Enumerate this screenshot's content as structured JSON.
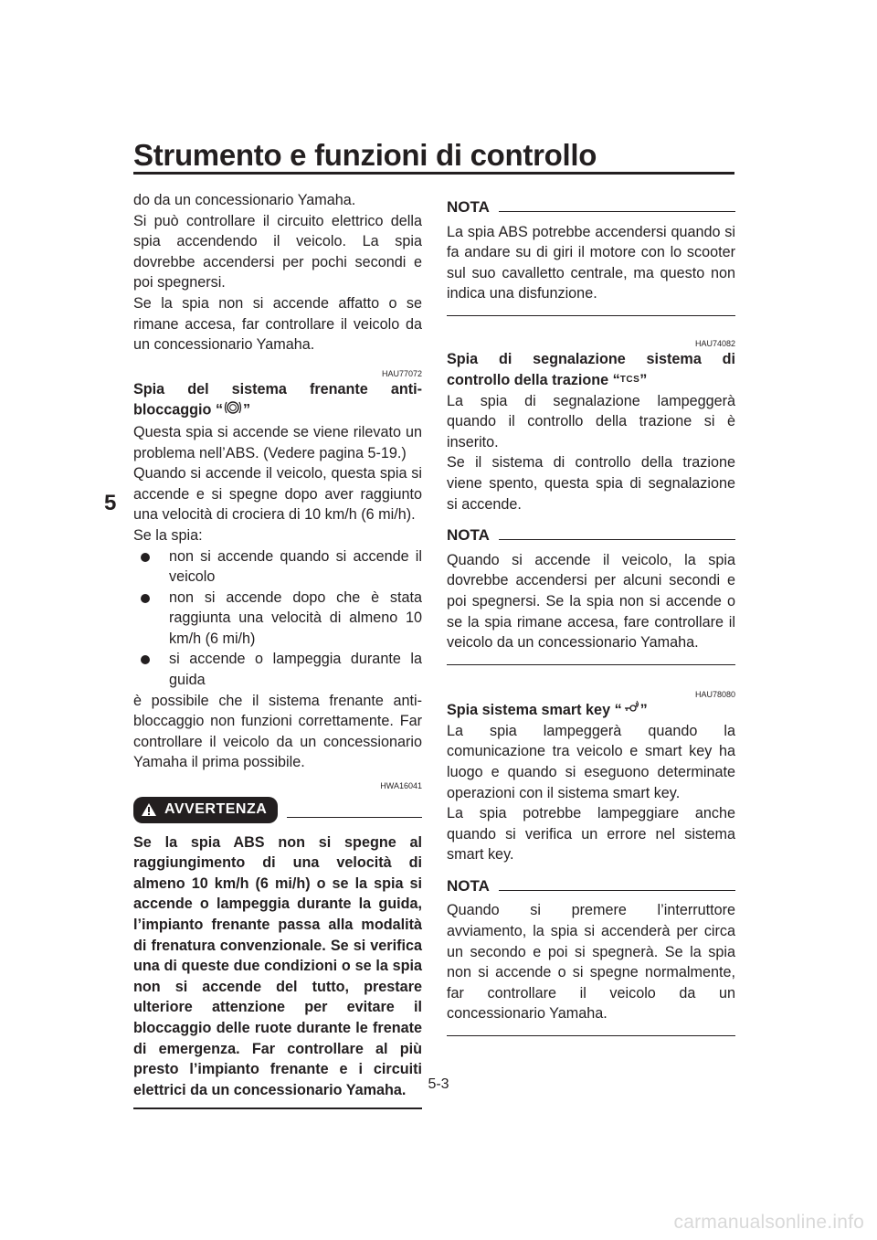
{
  "header": {
    "title": "Strumento e funzioni di controllo"
  },
  "chapter_tab": "5",
  "left": {
    "intro_lines": [
      "do da un concessionario Yamaha.",
      "Si può controllare il circuito elettrico della spia accendendo il veicolo. La spia dovrebbe accendersi per pochi secondi e poi spegnersi.",
      "Se la spia non si accende affatto o se rimane accesa, far controllare il veicolo da un concessionario Yamaha."
    ],
    "abs": {
      "code": "HAU77072",
      "heading_a": "Spia del sistema frenante anti-bloccaggio “",
      "heading_b": "”",
      "icon": "abs-icon",
      "para1": "Questa spia si accende se viene rilevato un problema nell’ABS. (Vedere pagina 5-19.)",
      "para2": "Quando si accende il veicolo, questa spia si accende e si spegne dopo aver raggiunto una velocità di crociera di 10 km/h (6 mi/h).",
      "para3": "Se la spia:",
      "bullets": [
        "non si accende quando si accende il veicolo",
        "non si accende dopo che è stata raggiunta una velocità di almeno 10 km/h (6 mi/h)",
        "si accende o lampeggia durante la guida"
      ],
      "para4": "è possibile che il sistema frenante anti-bloccaggio non funzioni correttamente. Far controllare il veicolo da un concessionario Yamaha il prima possibile."
    },
    "warning": {
      "code": "HWA16041",
      "label": "AVVERTENZA",
      "icon": "warning-triangle-icon",
      "body": "Se la spia ABS non si spegne al raggiungimento di una velocità di almeno 10 km/h (6 mi/h) o se la spia si accende o lampeggia durante la guida, l’impianto frenante passa alla modalità di frenatura convenzionale. Se si verifica una di queste due condizioni o se la spia non si accende del tutto, prestare ulteriore attenzione per evitare il bloccaggio delle ruote durante le frenate di emergenza. Far controllare al più presto l’impianto frenante e i circuiti elettrici da un concessionario Yamaha."
    }
  },
  "right": {
    "note1": {
      "label": "NOTA",
      "body": "La spia ABS potrebbe accendersi quando si fa andare su di giri il motore con lo scooter sul suo cavalletto centrale, ma questo non indica una disfunzione."
    },
    "tcs": {
      "code": "HAU74082",
      "heading_a": "Spia di segnalazione sistema di controllo della trazione “",
      "heading_b": "”",
      "icon_text": "TCS",
      "para1": "La spia di segnalazione lampeggerà quando il controllo della trazione si è inserito.",
      "para2": "Se il sistema di controllo della trazione viene spento, questa spia di segnalazione si accende."
    },
    "note2": {
      "label": "NOTA",
      "body": "Quando si accende il veicolo, la spia dovrebbe accendersi per alcuni secondi e poi spegnersi. Se la spia non si accende o se la spia rimane accesa, fare controllare il veicolo da un concessionario Yamaha."
    },
    "smartkey": {
      "code": "HAU78080",
      "heading_a": "Spia sistema smart key “",
      "heading_b": "”",
      "icon": "smart-key-icon",
      "para1": "La spia lampeggerà quando la comunicazione tra veicolo e smart key ha luogo e quando si eseguono determinate operazioni con il sistema smart key.",
      "para2": "La spia potrebbe lampeggiare anche quando si verifica un errore nel sistema smart key."
    },
    "note3": {
      "label": "NOTA",
      "body": "Quando si premere l’interruttore avviamento, la spia si accenderà per circa un secondo e poi si spegnerà. Se la spia non si accende o si spegne normalmente, far controllare il veicolo da un concessionario Yamaha."
    }
  },
  "footer": {
    "page_number": "5-3",
    "watermark": "carmanualsonline.info"
  }
}
